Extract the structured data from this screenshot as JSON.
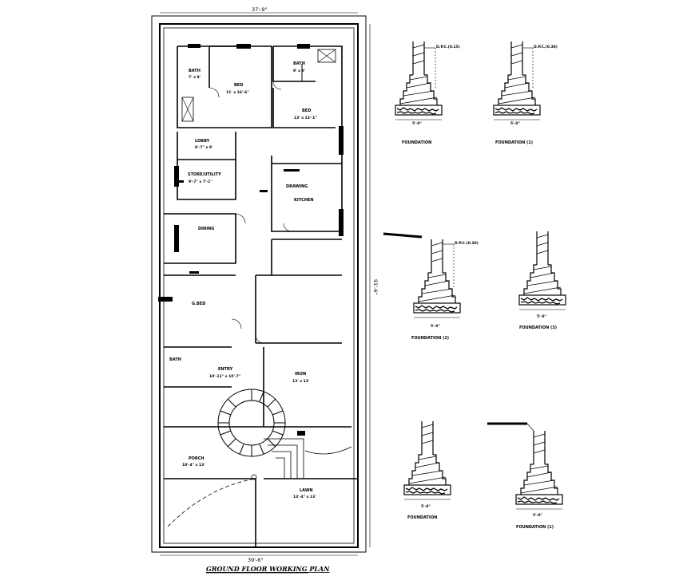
{
  "drawing": {
    "top_width_dim": "37'-9\"",
    "bottom_width_dim": "39'-6\"",
    "side_length_dim": "91'-6\"",
    "title": "GROUND FLOOR WORKING PLAN"
  },
  "rooms": {
    "bath1": {
      "name": "BATH",
      "size": "7' x 9'"
    },
    "bed1": {
      "name": "BED",
      "size": "11' x 16'-6\""
    },
    "bath2": {
      "name": "BATH",
      "size": "9' x 9'"
    },
    "bed2": {
      "name": "BED",
      "size": "13' x 13'-1\""
    },
    "lobby": {
      "name": "LOBBY",
      "size": "9'-7\" x 9'"
    },
    "store": {
      "name": "STORE/UTILITY",
      "size": "9'-7\" x 7'-1\""
    },
    "drawing": {
      "name": "DRAWING",
      "size": ""
    },
    "kitchen": {
      "name": "KITCHEN",
      "size": ""
    },
    "dining": {
      "name": "DINING",
      "size": ""
    },
    "room_left": {
      "name": "G.BED",
      "size": ""
    },
    "bath3": {
      "name": "BATH",
      "size": ""
    },
    "entry": {
      "name": "ENTRY",
      "size": "10'-11\" x 10'-7\""
    },
    "iron": {
      "name": "IRON",
      "size": "13' x 13'"
    },
    "porch": {
      "name": "PORCH",
      "size": "10'-4\" x 13'"
    },
    "lawn": {
      "name": "LAWN",
      "size": "13'-4\" x 13'"
    }
  },
  "details": {
    "d1": {
      "caption": "FOUNDATION",
      "dpc": "D.P.C.(0.15)",
      "width": "5'-0\""
    },
    "d2": {
      "caption": "FOUNDATION (1)",
      "dpc": "D.P.C.(0.30)",
      "width": "5'-0\""
    },
    "d3": {
      "caption": "FOUNDATION (2)",
      "dpc": "D.P.C.(0.30)",
      "width": "5'-0\""
    },
    "d4": {
      "caption": "FOUNDATION (3)",
      "dpc": "",
      "width": "5'-0\""
    },
    "d5": {
      "caption": "FOUNDATION",
      "dpc": "",
      "width": "5'-0\""
    },
    "d6": {
      "caption": "FOUNDATION (1)",
      "dpc": "",
      "width": "5'-0\""
    }
  }
}
